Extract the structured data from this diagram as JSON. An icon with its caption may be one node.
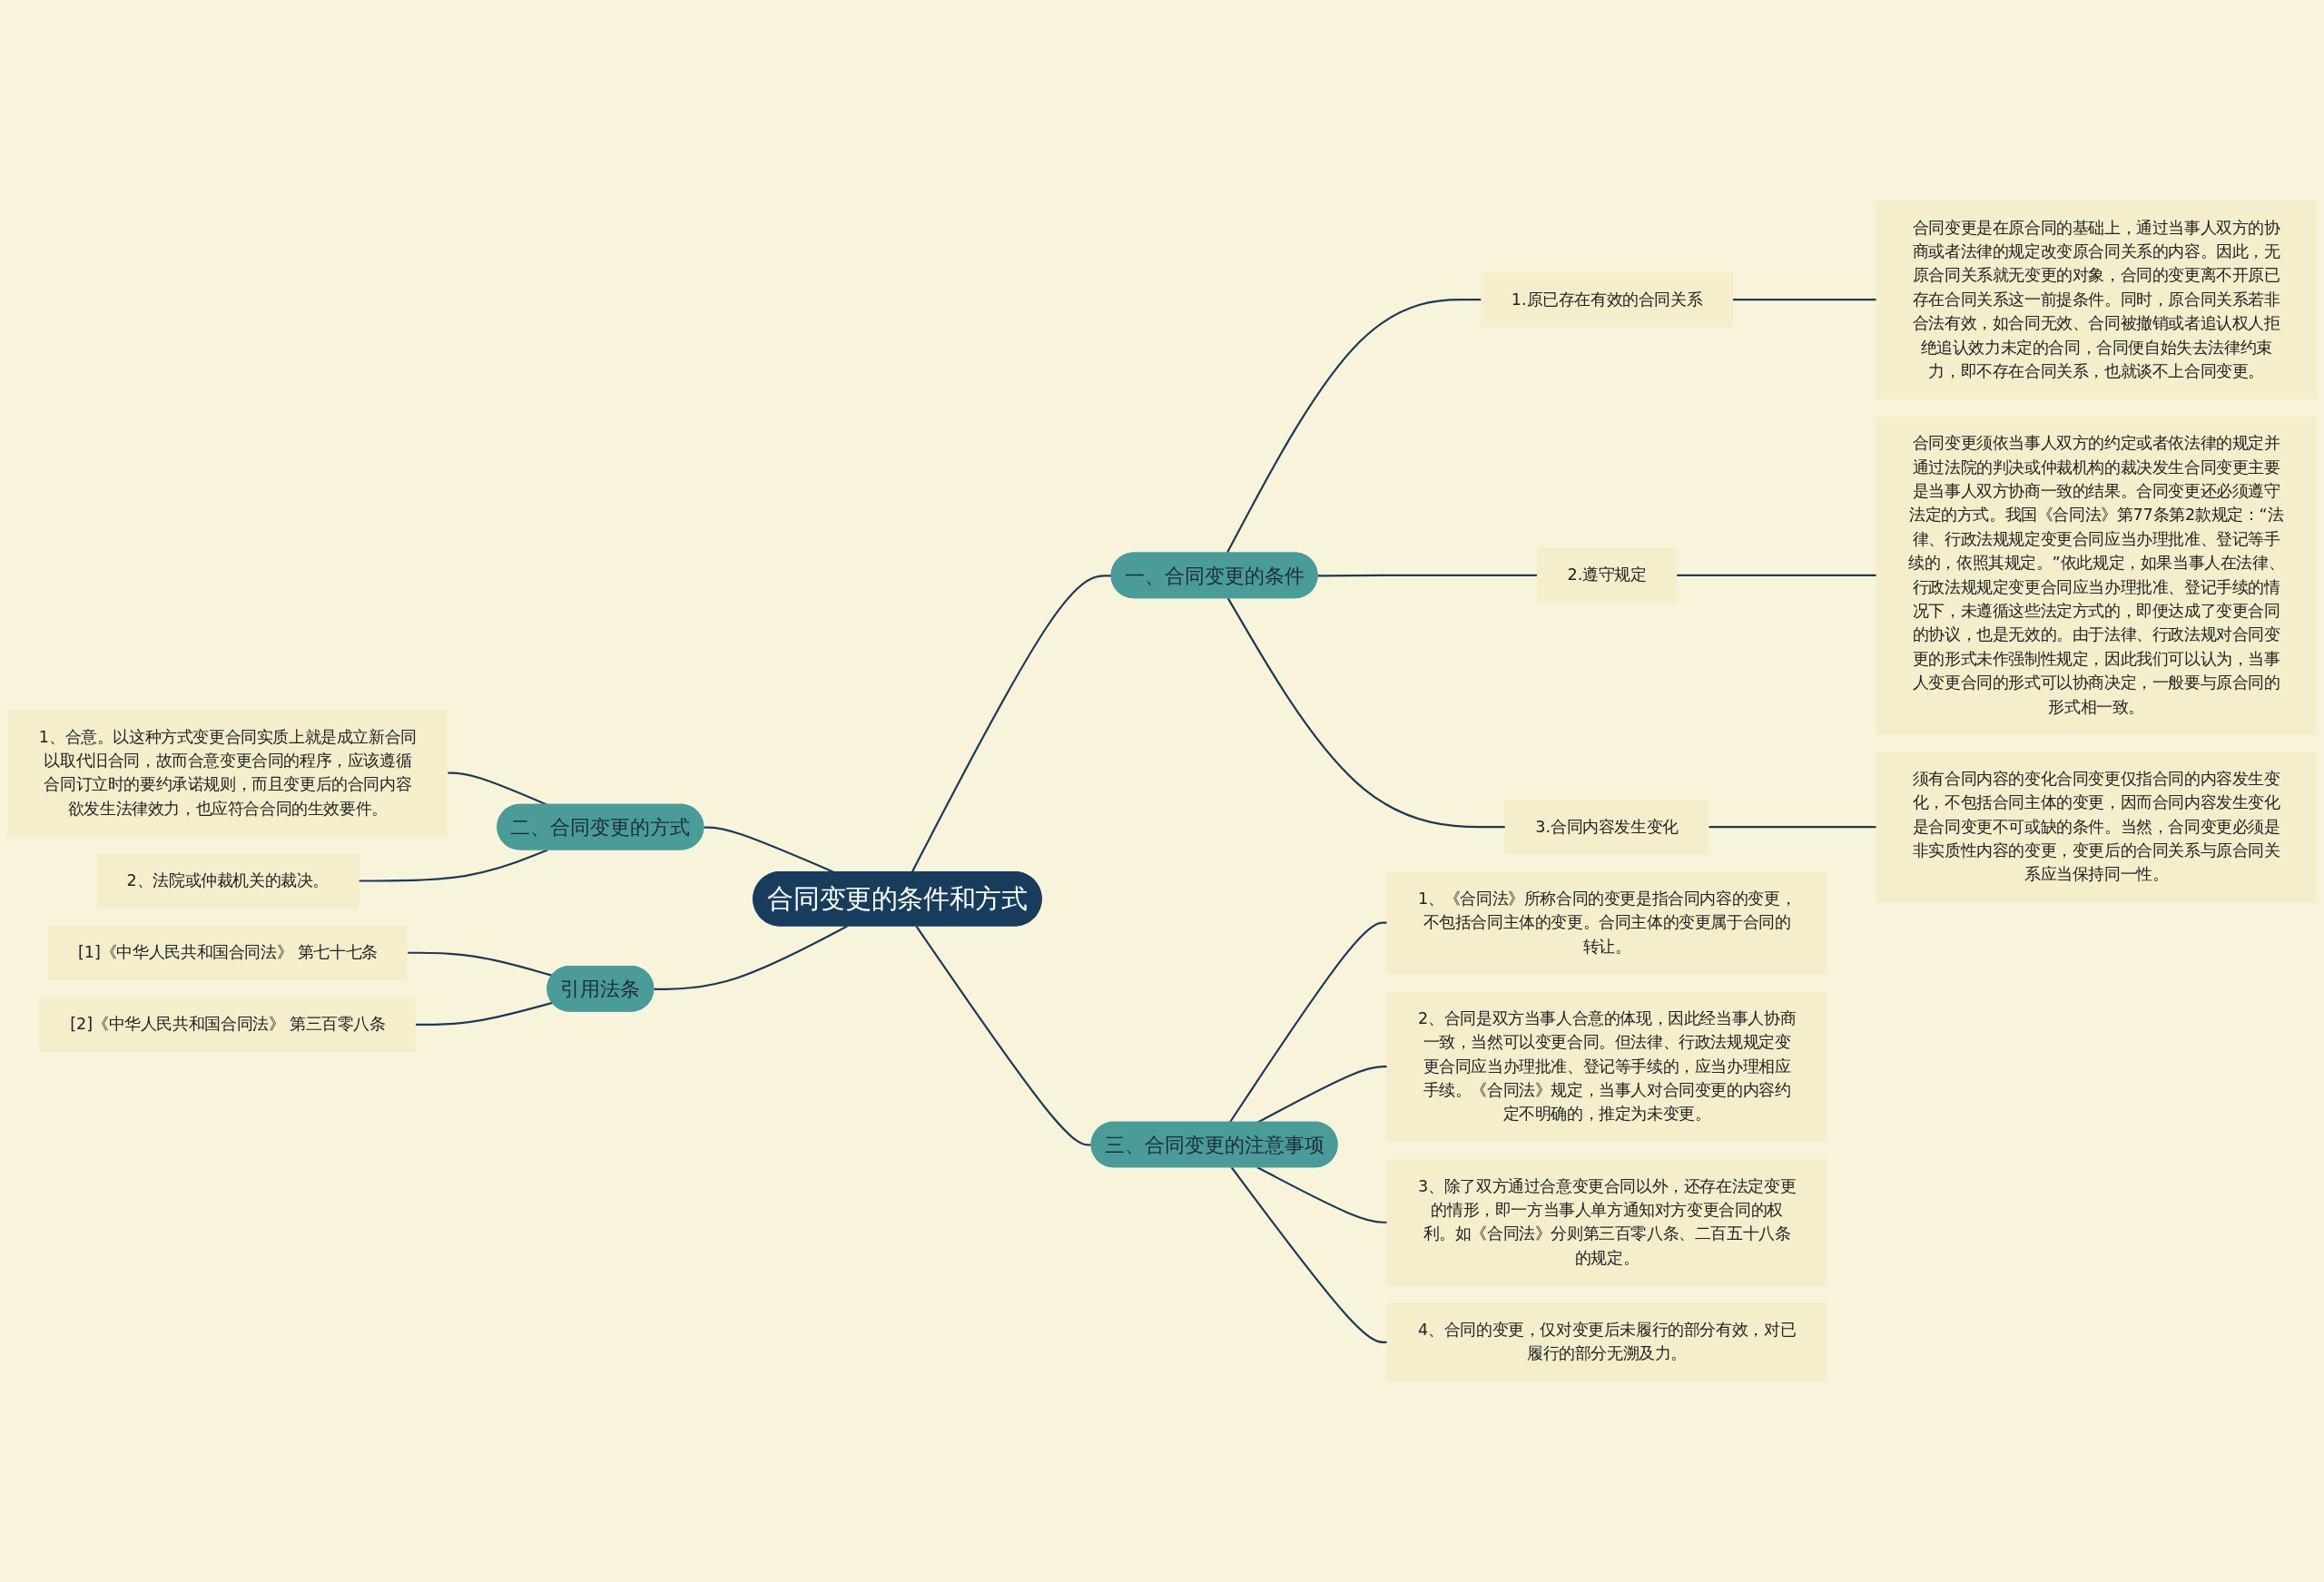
{
  "diagram": {
    "nodes": [
      {
        "text": [
          "合同变更的条件和方式"
        ]
      },
      {
        "text": [
          "一、合同变更的条件"
        ]
      },
      {
        "text": [
          "1.原已存在有效的合同关系"
        ]
      },
      {
        "text": [
          "合同变更是在原合同的基础上，通过当事人双方的协商或者法律的规定改变原合同关系的内容。因此，无原合同关系就无变更的对象，合同的变更离不开原已存在合同关系这一前提条件。同时，原合同关系若非合法有效，如合同无效、合同被撤销或者追认权人拒绝追认效力未定的合同，合同便自始失去法律约束力，即不存在合同关系，也就谈不上合同变更。"
        ]
      },
      {
        "text": [
          "2.遵守规定"
        ]
      },
      {
        "text": [
          "合同变更须依当事人双方的约定或者依法律的规定并通过法院的判决或仲裁机构的裁决发生合同变更主要是当事人双方协商一致的结果。合同变更还必须遵守法定的方式。我国《合同法》第77条第2款规定：“法律、行政法规规定变更合同应当办理批准、登记等手续的，依照其规定。”依此规定，如果当事人在法律、行政法规规定变更合同应当办理批准、登记手续的情况下，未遵循这些法定方式的，即便达成了变更合同的协议，也是无效的。由于法律、行政法规对合同变更的形式未作强制性规定，因此我们可以认为，当事人变更合同的形式可以协商决定，一般要与原合同的形式相一致。"
        ]
      },
      {
        "text": [
          "3.合同内容发生变化"
        ]
      },
      {
        "text": [
          "须有合同内容的变化合同变更仅指合同的内容发生变化，不包括合同主体的变更，因而合同内容发生变化是合同变更不可或缺的条件。当然，合同变更必须是非实质性内容的变更，变更后的合同关系与原合同关系应当保持同一性。"
        ]
      },
      {
        "text": [
          "二、合同变更的方式"
        ]
      },
      {
        "text": [
          "1、合意。以这种方式变更合同实质上就是成立新合同以取代旧合同，故而合意变更合同的程序，应该遵循合同订立时的要约承诺规则，而且变更后的合同内容欲发生法律效力，也应符合合同的生效要件。"
        ]
      },
      {
        "text": [
          "2、法院或仲裁机关的裁决。"
        ]
      },
      {
        "text": [
          "引用法条"
        ]
      },
      {
        "text": [
          "[1]《中华人民共和国合同法》 第七十七条"
        ]
      },
      {
        "text": [
          "[2]《中华人民共和国合同法》 第三百零八条"
        ]
      },
      {
        "text": [
          "三、合同变更的注意事项"
        ]
      },
      {
        "text": [
          "1、《合同法》所称合同的变更是指合同内容的变更，不包括合同主体的变更。合同主体的变更属于合同的转让。"
        ]
      },
      {
        "text": [
          "2、合同是双方当事人合意的体现，因此经当事人协商一致，当然可以变更合同。但法律、行政法规规定变更合同应当办理批准、登记等手续的，应当办理相应手续。《合同法》规定，当事人对合同变更的内容约定不明确的，推定为未变更。"
        ]
      },
      {
        "text": [
          "3、除了双方通过合意变更合同以外，还存在法定变更的情形，即一方当事人单方通知对方变更合同的权利。如《合同法》分则第三百零八条、二百五十八条的规定。"
        ]
      },
      {
        "text": [
          "4、合同的变更，仅对变更后未履行的部分有效，对已履行的部分无溯及力。"
        ]
      }
    ],
    "edges": [
      {
        "from": 0,
        "to": 1,
        "arrow": "none"
      },
      {
        "from": 1,
        "to": 2,
        "arrow": "none"
      },
      {
        "from": 2,
        "to": 3,
        "arrow": "none"
      },
      {
        "from": 1,
        "to": 4,
        "arrow": "none"
      },
      {
        "from": 4,
        "to": 5,
        "arrow": "none"
      },
      {
        "from": 1,
        "to": 6,
        "arrow": "none"
      },
      {
        "from": 6,
        "to": 7,
        "arrow": "none"
      },
      {
        "from": 8,
        "to": 0,
        "arrow": "none"
      },
      {
        "from": 9,
        "to": 8,
        "arrow": "none"
      },
      {
        "from": 10,
        "to": 8,
        "arrow": "none"
      },
      {
        "from": 11,
        "to": 0,
        "arrow": "none"
      },
      {
        "from": 12,
        "to": 11,
        "arrow": "none"
      },
      {
        "from": 13,
        "to": 11,
        "arrow": "none"
      },
      {
        "from": 0,
        "to": 14,
        "arrow": "none"
      },
      {
        "from": 14,
        "to": 15,
        "arrow": "none"
      },
      {
        "from": 14,
        "to": 16,
        "arrow": "none"
      },
      {
        "from": 14,
        "to": 17,
        "arrow": "none"
      },
      {
        "from": 14,
        "to": 18,
        "arrow": "none"
      }
    ]
  }
}
